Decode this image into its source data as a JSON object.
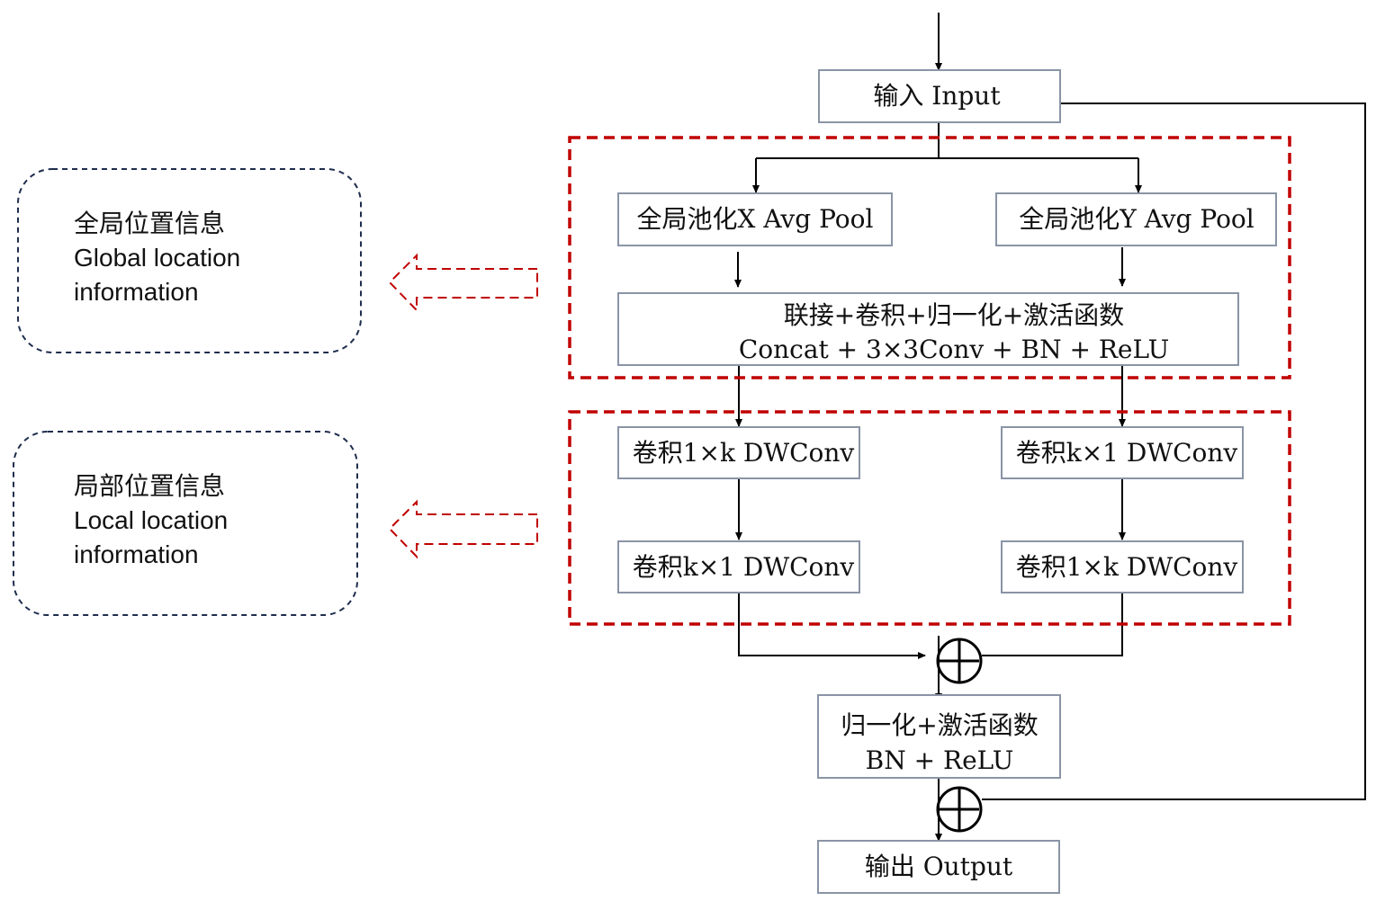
{
  "colors": {
    "box_border": "#8A94A6",
    "line": "#000000",
    "dashed_red": "#C00000",
    "dashed_navy": "#1F2D4D",
    "text": "#111111"
  },
  "nodes": {
    "input": "输入 Input",
    "pool_x": "全局池化X Avg Pool",
    "pool_y": "全局池化Y Avg Pool",
    "concat_cn": "联接+卷积+归一化+激活函数",
    "concat_en": "Concat + 3×3Conv + BN + ReLU",
    "conv_left_top": "卷积1×k DWConv",
    "conv_right_top": "卷积k×1 DWConv",
    "conv_left_bottom": "卷积k×1 DWConv",
    "conv_right_bottom": "卷积1×k DWConv",
    "bn_relu_cn": "归一化+激活函数",
    "bn_relu_en": "BN + ReLU",
    "output": "输出 Output"
  },
  "legend": {
    "global": {
      "cn": "全局位置信息",
      "en_line1": "Global location",
      "en_line2": "information"
    },
    "local": {
      "cn": "局部位置信息",
      "en_line1": "Local location",
      "en_line2": "information"
    }
  }
}
